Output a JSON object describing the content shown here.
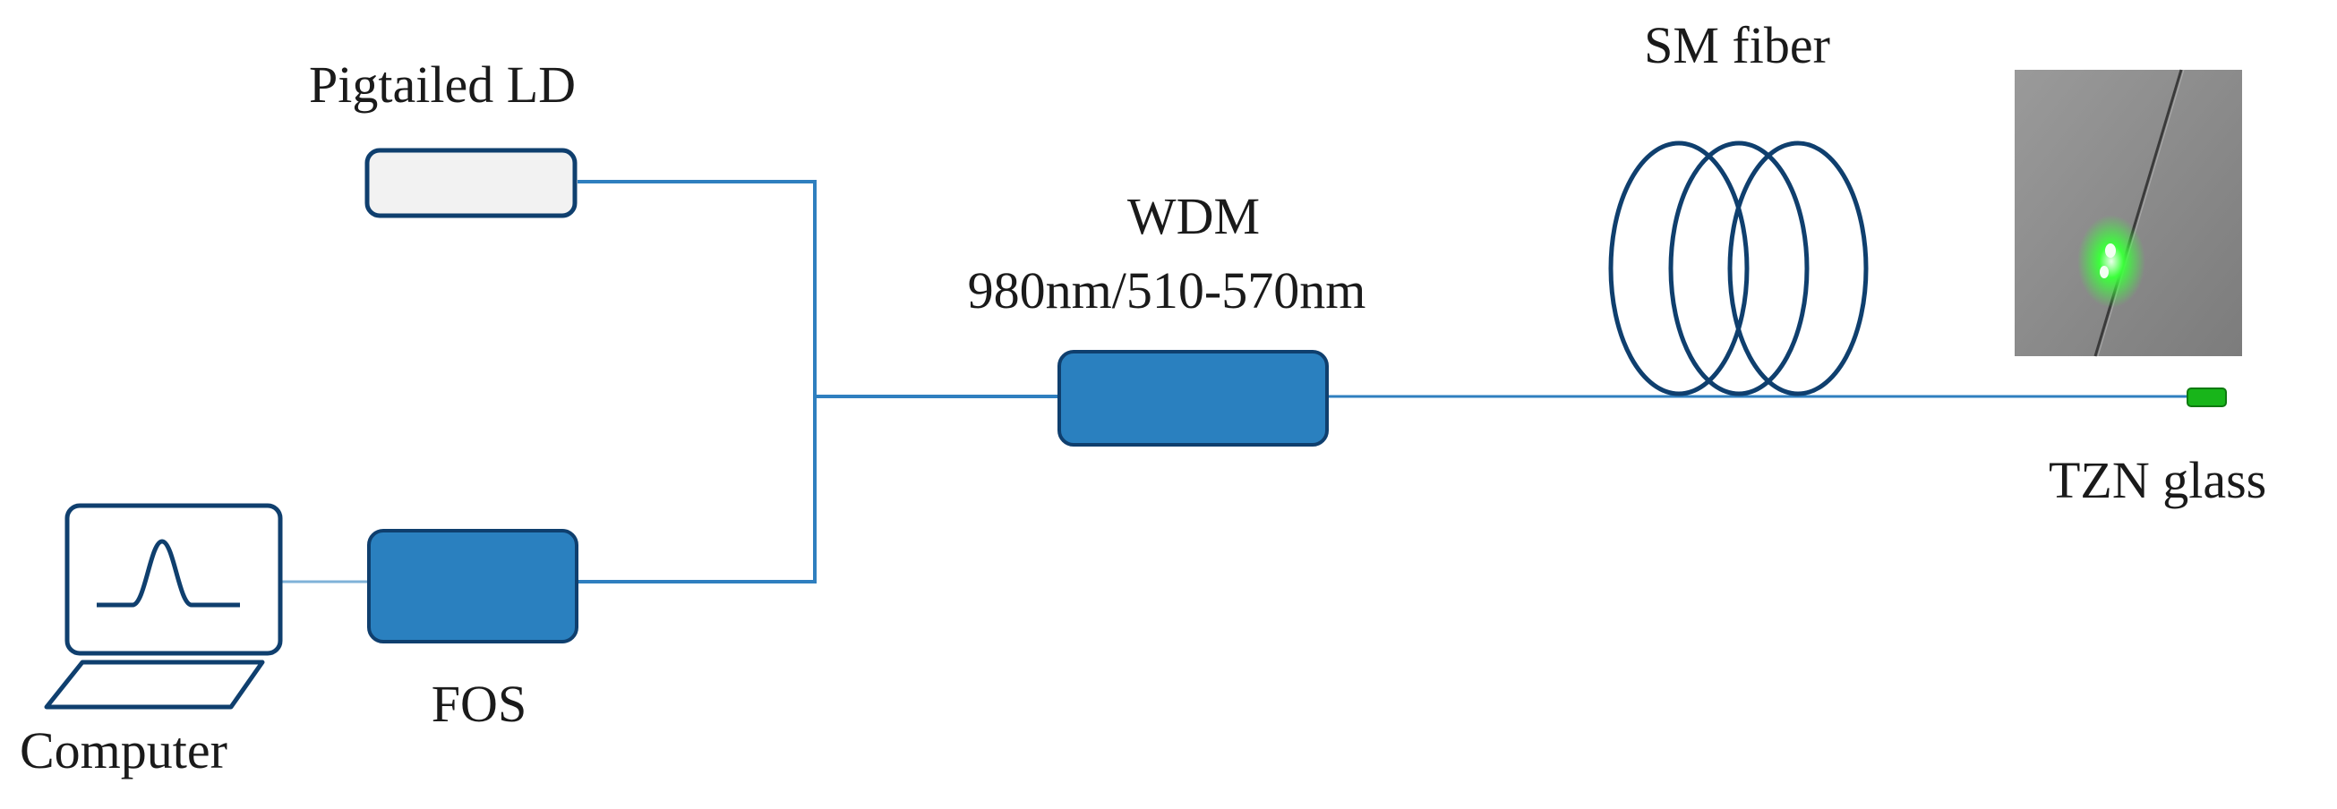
{
  "labels": {
    "pigtailed_ld": "Pigtailed  LD",
    "wdm": "WDM",
    "wdm_spec": "980nm/510-570nm",
    "sm_fiber": "SM fiber",
    "tzn_glass": "TZN glass",
    "computer": "Computer",
    "fos": "FOS"
  },
  "colors": {
    "fiber": "#2f7fbf",
    "component_fill": "#2a80bf",
    "component_stroke": "#0f3f6e",
    "ld_fill": "#f2f2f2",
    "coil": "#0f3f6e",
    "computer_stroke": "#0f3f6e",
    "tzn_sample": "#18b51a",
    "photo_bg": "#8a8a8a",
    "glow": "#2bff2b",
    "text": "#1a1a1a"
  },
  "icons": {
    "computer": "laptop-icon",
    "sm_fiber": "fiber-coil-icon",
    "inset": "sample-photo"
  }
}
